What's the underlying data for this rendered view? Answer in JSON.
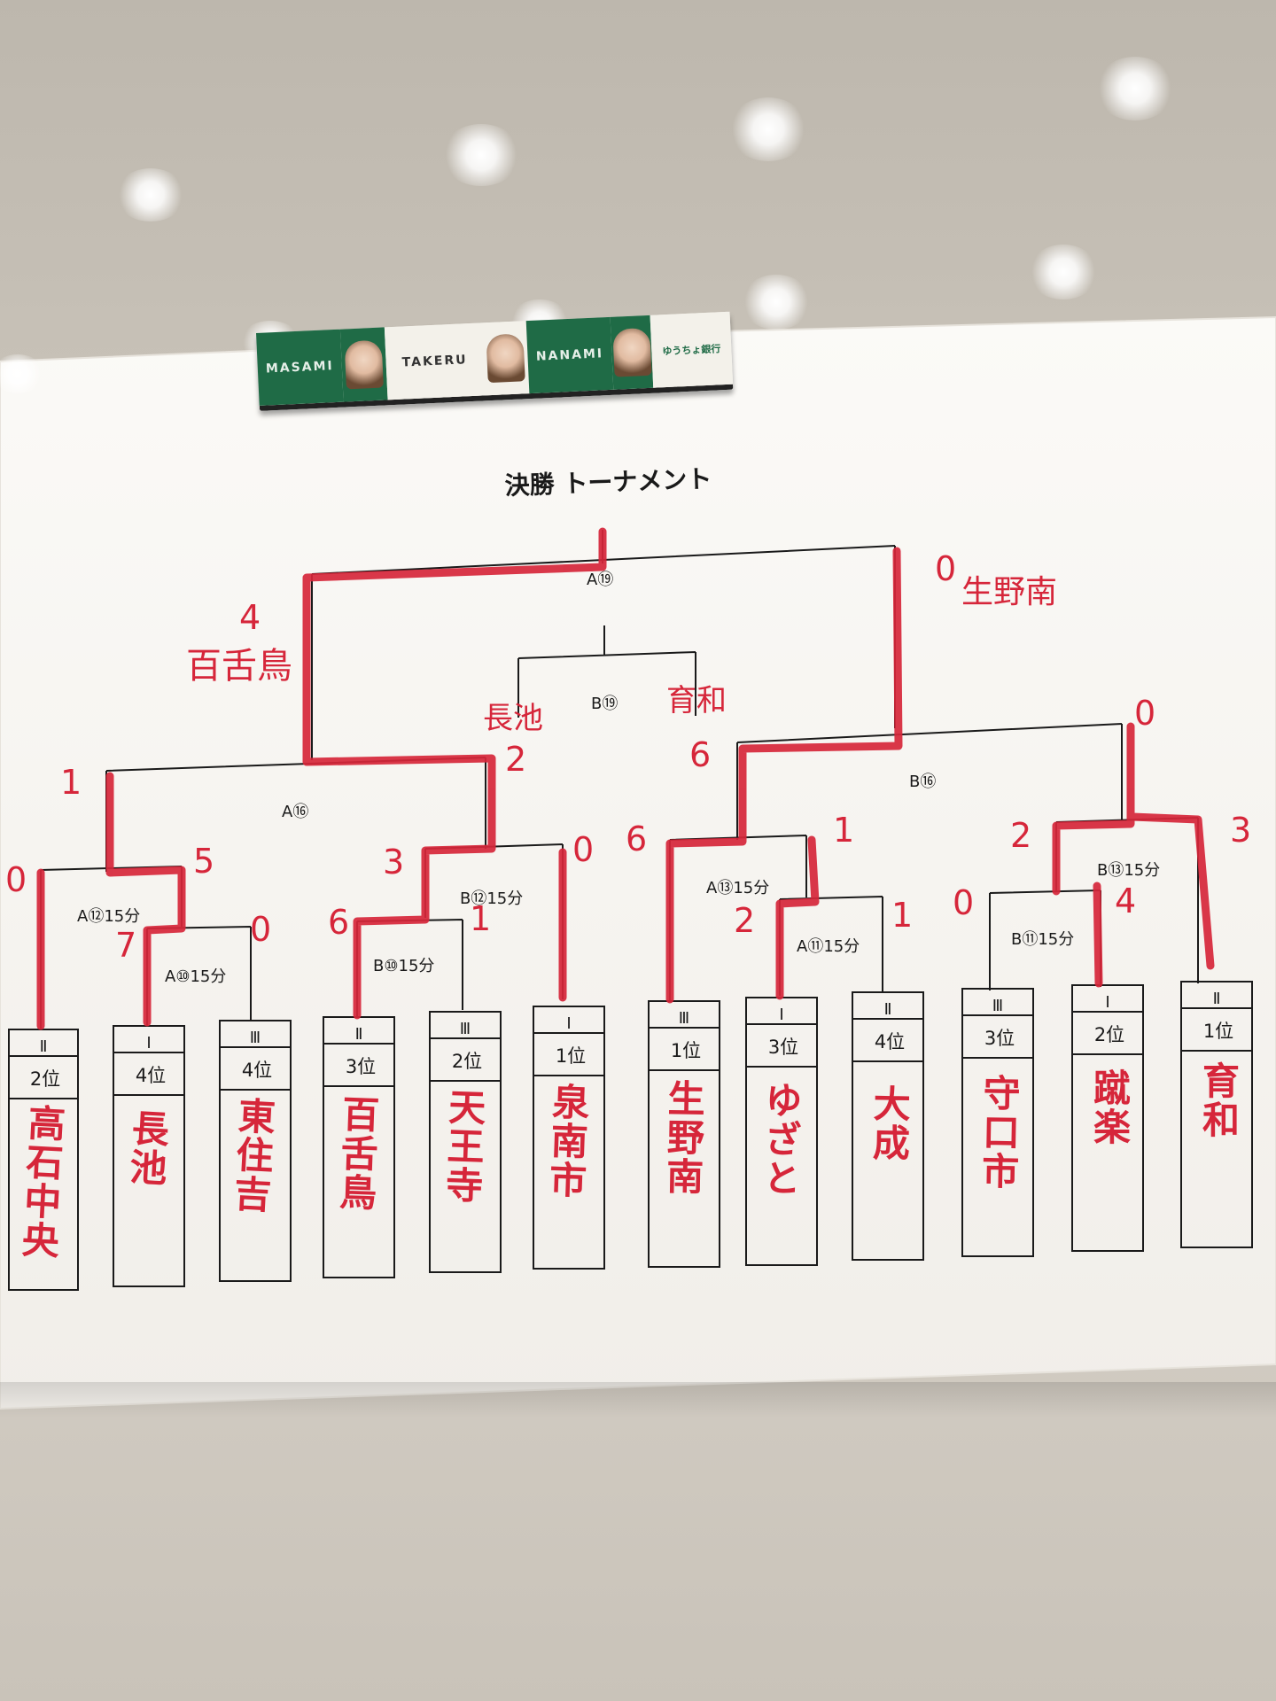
{
  "title": "決勝 トーナメント",
  "magnet": {
    "names": [
      "MASAMI",
      "TAKERU",
      "NANAMI"
    ],
    "bank": "ゆうちょ銀行"
  },
  "matches": [
    {
      "label": "A⑲"
    },
    {
      "label": "B⑲"
    },
    {
      "label": "A⑯"
    },
    {
      "label": "B⑯"
    },
    {
      "label": "A⑫15分"
    },
    {
      "label": "A⑩15分"
    },
    {
      "label": "B⑫15分"
    },
    {
      "label": "B⑩15分"
    },
    {
      "label": "A⑬15分"
    },
    {
      "label": "A⑪15分"
    },
    {
      "label": "B⑬15分"
    },
    {
      "label": "B⑪15分"
    }
  ],
  "teams": [
    {
      "league": "Ⅱ",
      "rank": "2位",
      "name": "高石中央"
    },
    {
      "league": "Ⅰ",
      "rank": "4位",
      "name": "長池"
    },
    {
      "league": "Ⅲ",
      "rank": "4位",
      "name": "東住吉"
    },
    {
      "league": "Ⅱ",
      "rank": "3位",
      "name": "百舌鳥"
    },
    {
      "league": "Ⅲ",
      "rank": "2位",
      "name": "天王寺"
    },
    {
      "league": "Ⅰ",
      "rank": "1位",
      "name": "泉南市"
    },
    {
      "league": "Ⅲ",
      "rank": "1位",
      "name": "生野南"
    },
    {
      "league": "Ⅰ",
      "rank": "3位",
      "name": "ゆざと"
    },
    {
      "league": "Ⅱ",
      "rank": "4位",
      "name": "大成"
    },
    {
      "league": "Ⅲ",
      "rank": "3位",
      "name": "守口市"
    },
    {
      "league": "Ⅰ",
      "rank": "2位",
      "name": "蹴楽"
    },
    {
      "league": "Ⅱ",
      "rank": "1位",
      "name": "育和"
    }
  ],
  "handwritten": [
    "4",
    "百舌鳥",
    "0",
    "生野南",
    "長池",
    "育和",
    "6",
    "2",
    "0",
    "1",
    "5",
    "7",
    "0",
    "0",
    "3",
    "6",
    "1",
    "0",
    "6",
    "1",
    "2",
    "1",
    "2",
    "3",
    "0",
    "4"
  ],
  "colors": {
    "ink": "#1a1a1a",
    "marker": "#d6263a",
    "paper": "#f7f5f1"
  }
}
